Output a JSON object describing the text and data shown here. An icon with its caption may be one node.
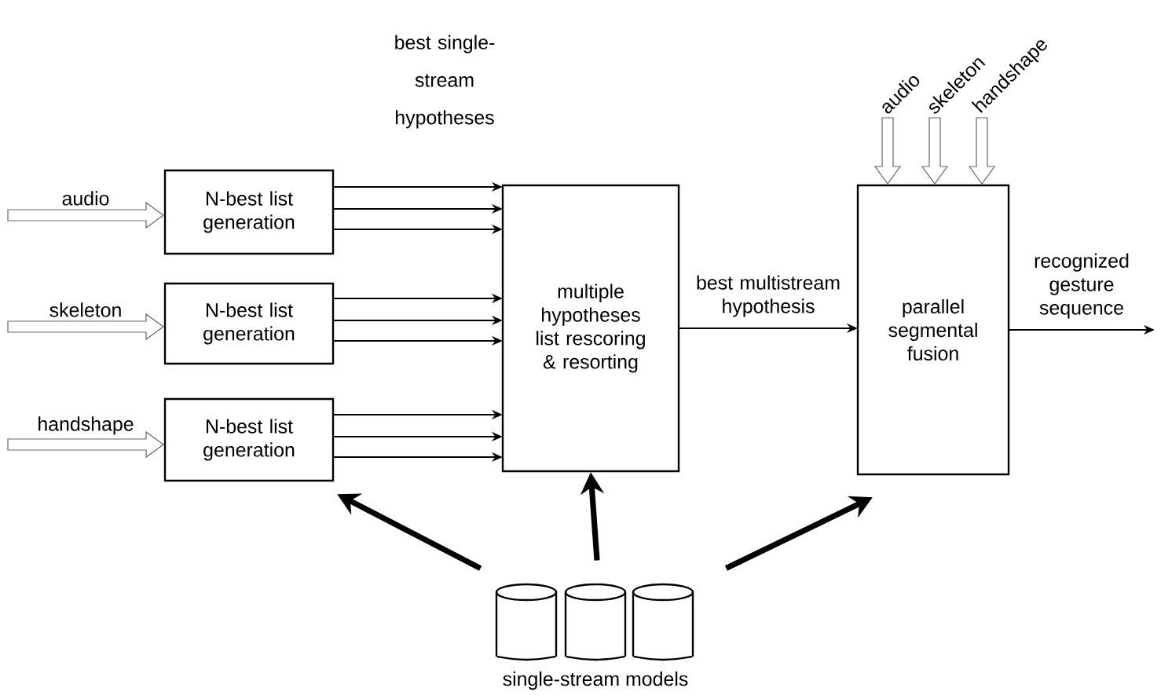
{
  "diagram": {
    "nodes": [
      {
        "text": [
          "N-best list generation"
        ]
      },
      {
        "text": [
          "N-best list generation"
        ]
      },
      {
        "text": [
          "N-best list generation"
        ]
      },
      {
        "text": [
          "multiple hypotheses list rescoring & resorting"
        ]
      },
      {
        "text": [
          "parallel segmental fusion"
        ]
      },
      {
        "text": [],
        "shape": "cylinder"
      },
      {
        "text": [],
        "shape": "cylinder",
        "beside": [
          "single-stream models"
        ]
      },
      {
        "text": [],
        "shape": "cylinder"
      }
    ],
    "edges": [
      {
        "from": null,
        "to": 0,
        "arrow": "to",
        "label": "audio"
      },
      {
        "from": null,
        "to": 1,
        "arrow": "to",
        "label": "skeleton"
      },
      {
        "from": null,
        "to": 2,
        "arrow": "to",
        "label": "handshape"
      },
      {
        "from": 0,
        "to": 3,
        "arrow": "to"
      },
      {
        "from": 0,
        "to": 3,
        "arrow": "to"
      },
      {
        "from": 0,
        "to": 3,
        "arrow": "to"
      },
      {
        "from": 1,
        "to": 3,
        "arrow": "to"
      },
      {
        "from": 1,
        "to": 3,
        "arrow": "to"
      },
      {
        "from": 1,
        "to": 3,
        "arrow": "to"
      },
      {
        "from": 2,
        "to": 3,
        "arrow": "to"
      },
      {
        "from": 2,
        "to": 3,
        "arrow": "to"
      },
      {
        "from": 2,
        "to": 3,
        "arrow": "to"
      },
      {
        "from": 3,
        "to": 4,
        "arrow": "to",
        "label": "best multistream hypothesis"
      },
      {
        "from": 4,
        "to": null,
        "arrow": "to",
        "label": "recognized gesture sequence"
      },
      {
        "from": null,
        "to": 4,
        "arrow": "to",
        "label": "audio"
      },
      {
        "from": null,
        "to": 4,
        "arrow": "to",
        "label": "skeleton"
      },
      {
        "from": null,
        "to": 4,
        "arrow": "to",
        "label": "handshape"
      },
      {
        "from": 5,
        "to": 2,
        "arrow": "to",
        "style": "thick"
      },
      {
        "from": 6,
        "to": 3,
        "arrow": "to",
        "style": "thick"
      },
      {
        "from": 7,
        "to": 4,
        "arrow": "to",
        "style": "thick"
      }
    ],
    "labels": [
      "best single-stream hypotheses"
    ]
  }
}
